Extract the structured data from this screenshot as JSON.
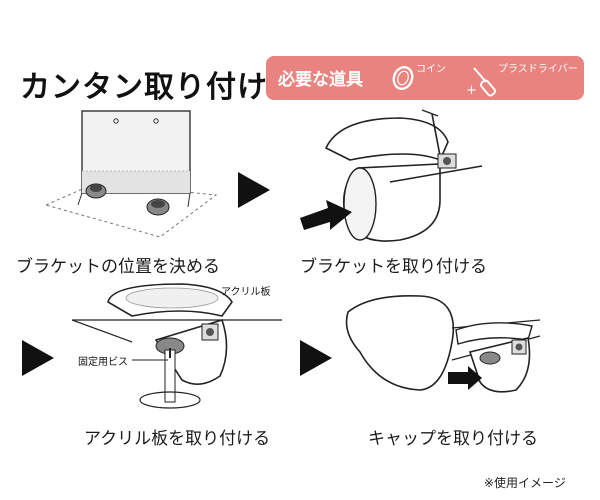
{
  "title": "カンタン取り付け",
  "tools": {
    "heading": "必要な道具",
    "items": [
      {
        "name": "coin-icon",
        "label": "コイン"
      },
      {
        "name": "screwdriver-icon",
        "label": "プラスドライバー"
      }
    ]
  },
  "steps": [
    {
      "caption": "ブラケットの位置を決める"
    },
    {
      "caption": "ブラケットを取り付ける"
    },
    {
      "caption": "アクリル板を取り付ける",
      "labels": [
        "アクリル板",
        "固定用ビス"
      ]
    },
    {
      "caption": "キャップを取り付ける"
    }
  ],
  "note": "※使用イメージ",
  "colors": {
    "tools_banner": "#e8837f",
    "ink": "#1a1a1a"
  }
}
